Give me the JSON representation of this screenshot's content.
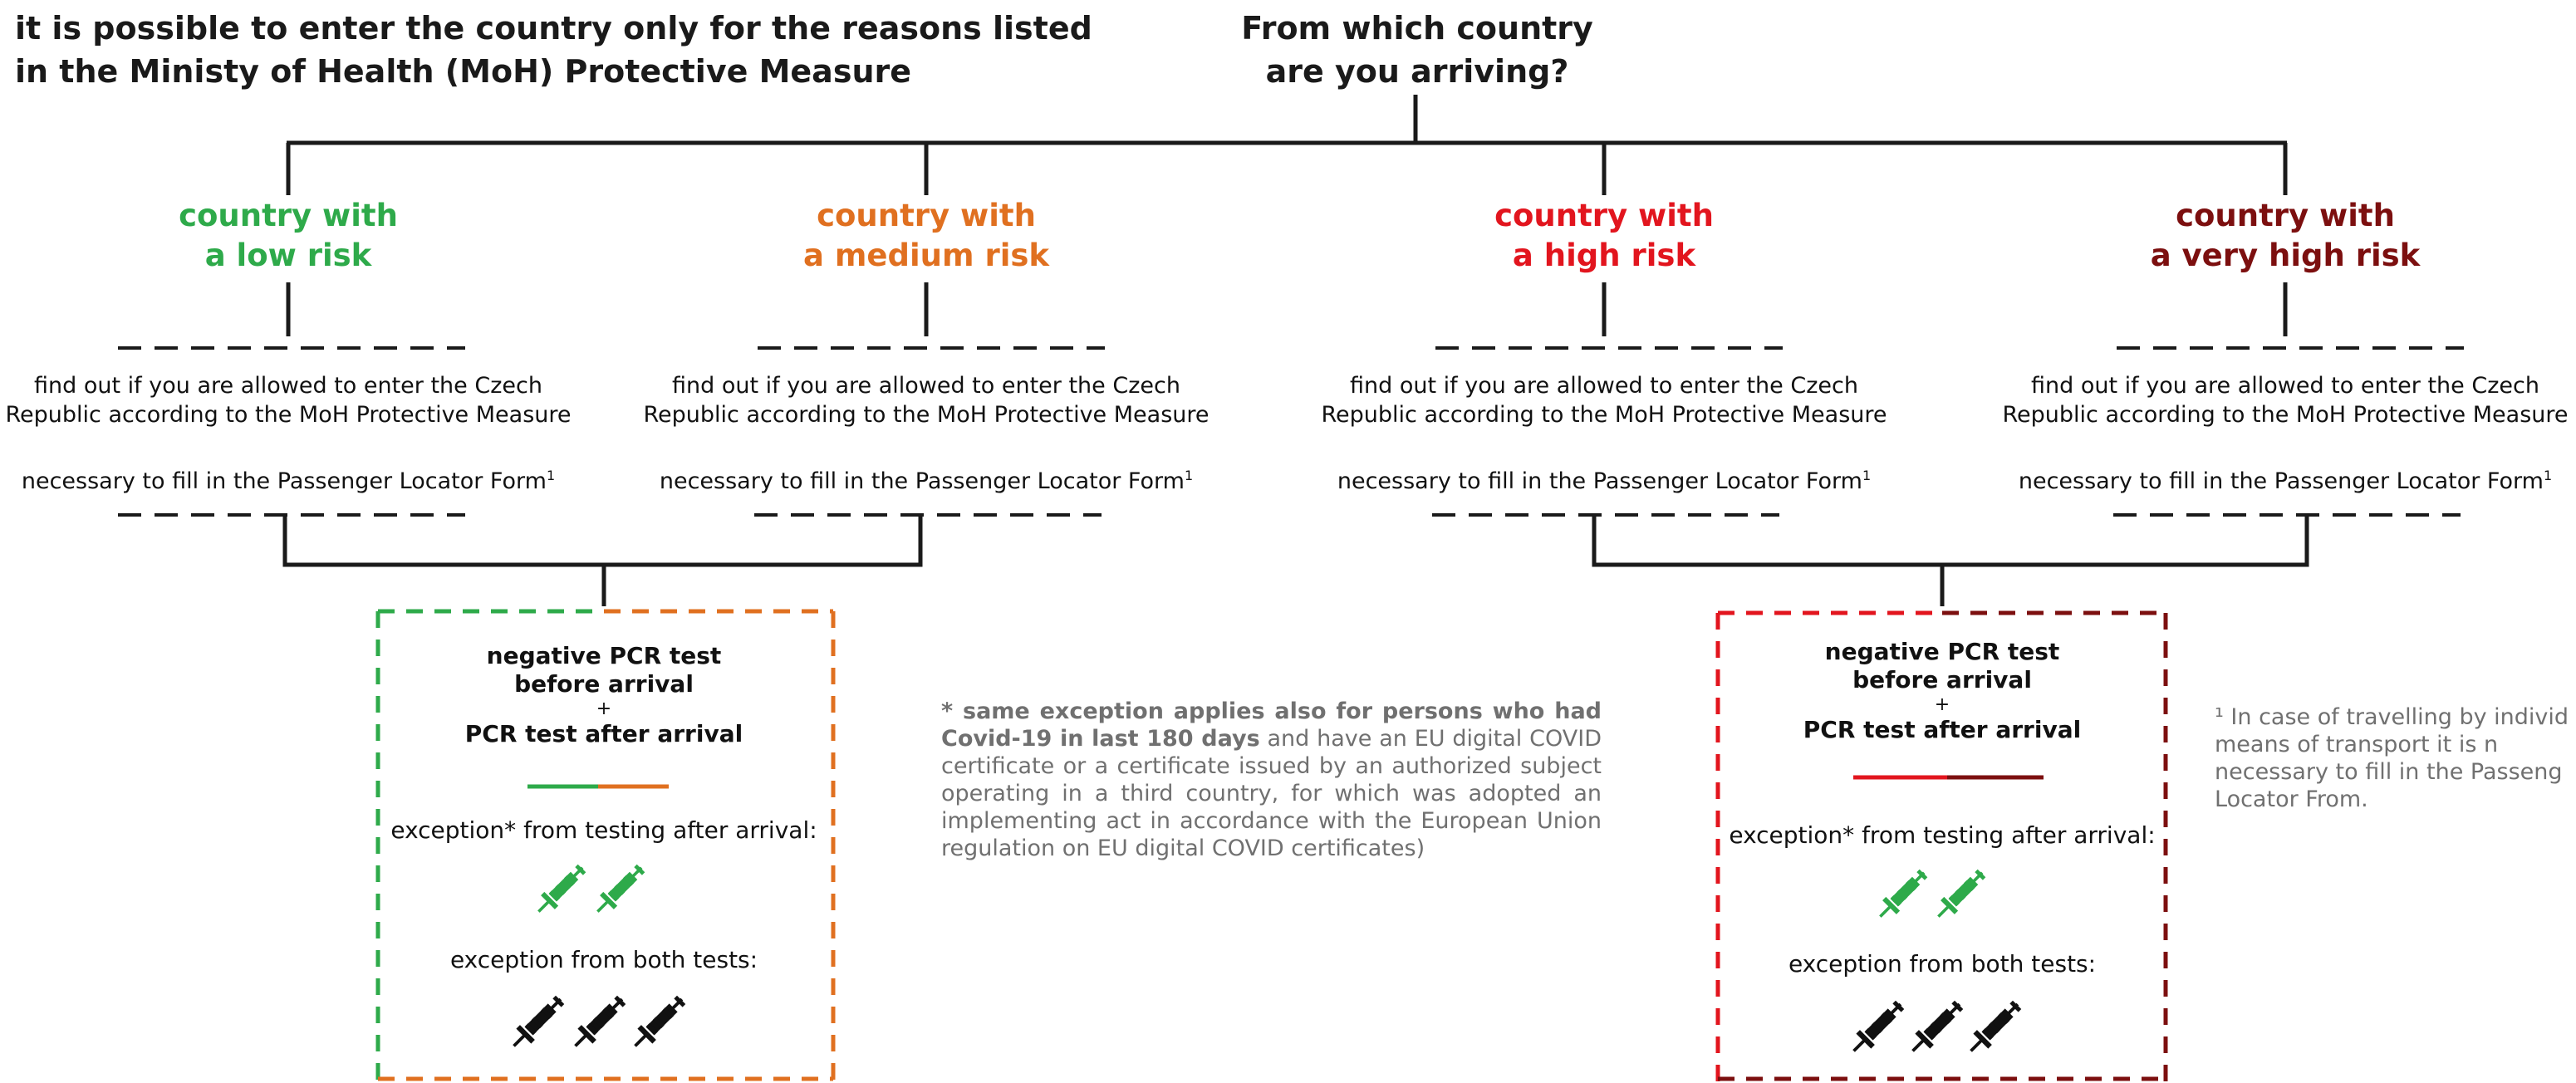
{
  "header": {
    "note_line1": "it is possible to enter the country only for the reasons listed",
    "note_line2": "in the Ministy of Health (MoH) Protective Measure",
    "title_line1": "From which country",
    "title_line2": "are you arriving?"
  },
  "categories": [
    {
      "line1": "country with",
      "line2": "a low risk",
      "color": "#2eaa4a"
    },
    {
      "line1": "country with",
      "line2": "a medium risk",
      "color": "#e07020"
    },
    {
      "line1": "country with",
      "line2": "a high risk",
      "color": "#e2151e"
    },
    {
      "line1": "country with",
      "line2": "a very high risk",
      "color": "#7c0f0f"
    }
  ],
  "info": {
    "line1": "find out if you are allowed to enter the Czech",
    "line2": "Republic according to the MoH Protective Measure",
    "plf": "necessary to fill in the Passenger Locator Form",
    "plf_sup": "1"
  },
  "box": {
    "pcr_before_1": "negative PCR test",
    "pcr_before_2": "before arrival",
    "plus": "+",
    "pcr_after": "PCR test after arrival",
    "exception_after": "exception* from testing after arrival:",
    "exception_both": "exception from both tests:"
  },
  "note": {
    "bold": "* same exception applies also for persons who had Covid-19 in last 180 days",
    "rest": " and have an EU digital COVID certificate or a certificate issued by an authorized subject operating in a third country, for which was adopted an implementing act in accordance with the European Union regulation on EU digital COVID certificates)"
  },
  "footnote": {
    "line1": "¹ In case of travelling by individ",
    "line2": "means of transport it is n",
    "line3": "necessary to fill in the Passeng",
    "line4": "Locator From."
  },
  "icons": {
    "vaccine_green": "syringe-icon",
    "vaccine_black": "syringe-icon",
    "colors": {
      "green": "#2eaa4a",
      "black": "#111111"
    }
  }
}
